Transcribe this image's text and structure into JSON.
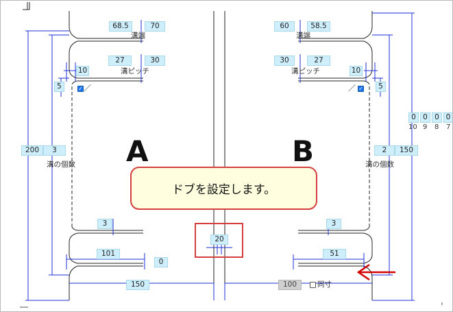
{
  "callout": {
    "text": "ドブを設定します。"
  },
  "panel_a": {
    "letter": "A",
    "top_left": "68.5",
    "top_right": "70",
    "top_label": "溝端",
    "pitch_left": "27",
    "pitch_right": "30",
    "pitch_label": "溝ピッチ",
    "small_w": "10",
    "side": "5",
    "height": "200",
    "count": "3",
    "count_label": "溝の個数",
    "bottom_slot": "3",
    "bottom_len": "101",
    "bottom_off": "0",
    "width": "150"
  },
  "panel_b": {
    "letter": "B",
    "top_left": "60",
    "top_right": "58.5",
    "top_label": "溝端",
    "pitch_left": "30",
    "pitch_right": "27",
    "pitch_label": "溝ピッチ",
    "small_w": "10",
    "side": "5",
    "count": "2",
    "count_label": "溝の個数",
    "height": "150",
    "bottom_slot": "3",
    "bottom_len": "51",
    "width": "100",
    "same_label": "同寸"
  },
  "gap": {
    "value": "20"
  },
  "side_readout": {
    "boxes": [
      "0",
      "0",
      "0",
      "0"
    ],
    "labels": [
      "10",
      "9",
      "8",
      "7"
    ]
  },
  "colors": {
    "dim_line": "#1f2fd6",
    "callout_border": "#d43d3d",
    "callout_fill": "#ffffe0",
    "field_fill": "#cdeefa",
    "arrow": "#d40000"
  }
}
